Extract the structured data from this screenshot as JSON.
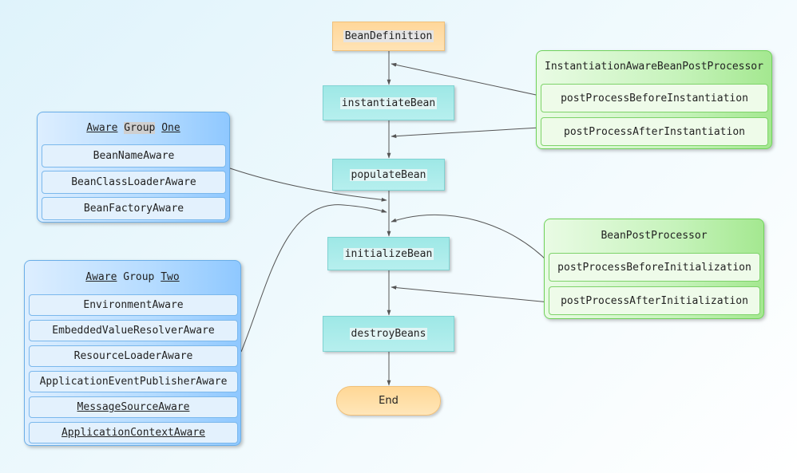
{
  "flow": {
    "bean_definition": "BeanDefinition",
    "instantiate": "instantiateBean",
    "populate": "populateBean",
    "initialize": "initializeBean",
    "destroy": "destroyBeans",
    "end": "End"
  },
  "instantiation_processor": {
    "title": "InstantiationAwareBeanPostProcessor",
    "before": "postProcessBeforeInstantiation",
    "after": "postProcessAfterInstantiation"
  },
  "bean_post_processor": {
    "title": "BeanPostProcessor",
    "before": "postProcessBeforeInitialization",
    "after": "postProcessAfterInitialization"
  },
  "aware_group_one": {
    "title_words": [
      "Aware",
      "Group",
      "One"
    ],
    "items": [
      "BeanNameAware",
      "BeanClassLoaderAware",
      "BeanFactoryAware"
    ]
  },
  "aware_group_two": {
    "title_words": [
      "Aware",
      "Group",
      "Two"
    ],
    "items": [
      "EnvironmentAware",
      "EmbeddedValueResolverAware",
      "ResourceLoaderAware",
      "ApplicationEventPublisherAware",
      "MessageSourceAware",
      "ApplicationContextAware"
    ]
  },
  "colors": {
    "flow_node": "#a8ebe9",
    "start_node": "#ffd79a",
    "aware_group": "#b4dbff",
    "processor_group": "#c6f3bb",
    "edge": "#555555"
  }
}
